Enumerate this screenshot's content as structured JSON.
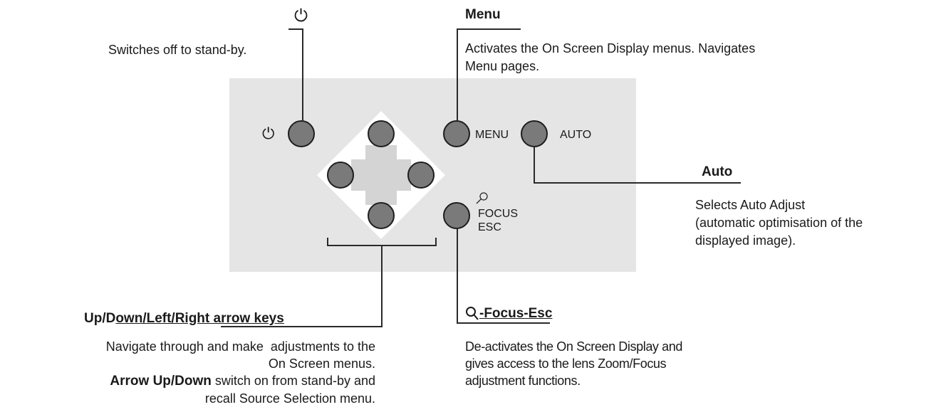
{
  "callouts": {
    "power": {
      "symbol": "⏻",
      "description": "Switches off to stand-by."
    },
    "menu": {
      "title": "Menu",
      "description_line1": "Activates the On Screen Display menus. Navigates",
      "description_line2": "Menu pages."
    },
    "auto": {
      "title": "Auto",
      "description_line1": "Selects Auto Adjust",
      "description_line2": "(automatic optimisation of the",
      "description_line3": "displayed image)."
    },
    "arrows": {
      "title_prefix": "Up/D",
      "title_underlined": "own/Left/Right arrow keys",
      "line1": "Navigate through and make  adjustments to the",
      "line2": "On Screen menus.",
      "line3_bold": "Arrow Up/Down",
      "line3_rest": " switch on from stand-by and",
      "line4": "recall Source Selection menu."
    },
    "focus_esc": {
      "title": "-Focus-Esc",
      "description_line1": "De-activates the On Screen Display and",
      "description_line2": "gives access to the lens Zoom/Focus",
      "description_line3": "adjustment functions."
    }
  },
  "panel_labels": {
    "power_symbol": "⏻",
    "menu": "MENU",
    "auto": "AUTO",
    "focus": "FOCUS",
    "esc": "ESC"
  },
  "colors": {
    "panel": "#e5e5e5",
    "button_fill": "#7a7a7a",
    "button_outline": "#1e1e1e"
  }
}
